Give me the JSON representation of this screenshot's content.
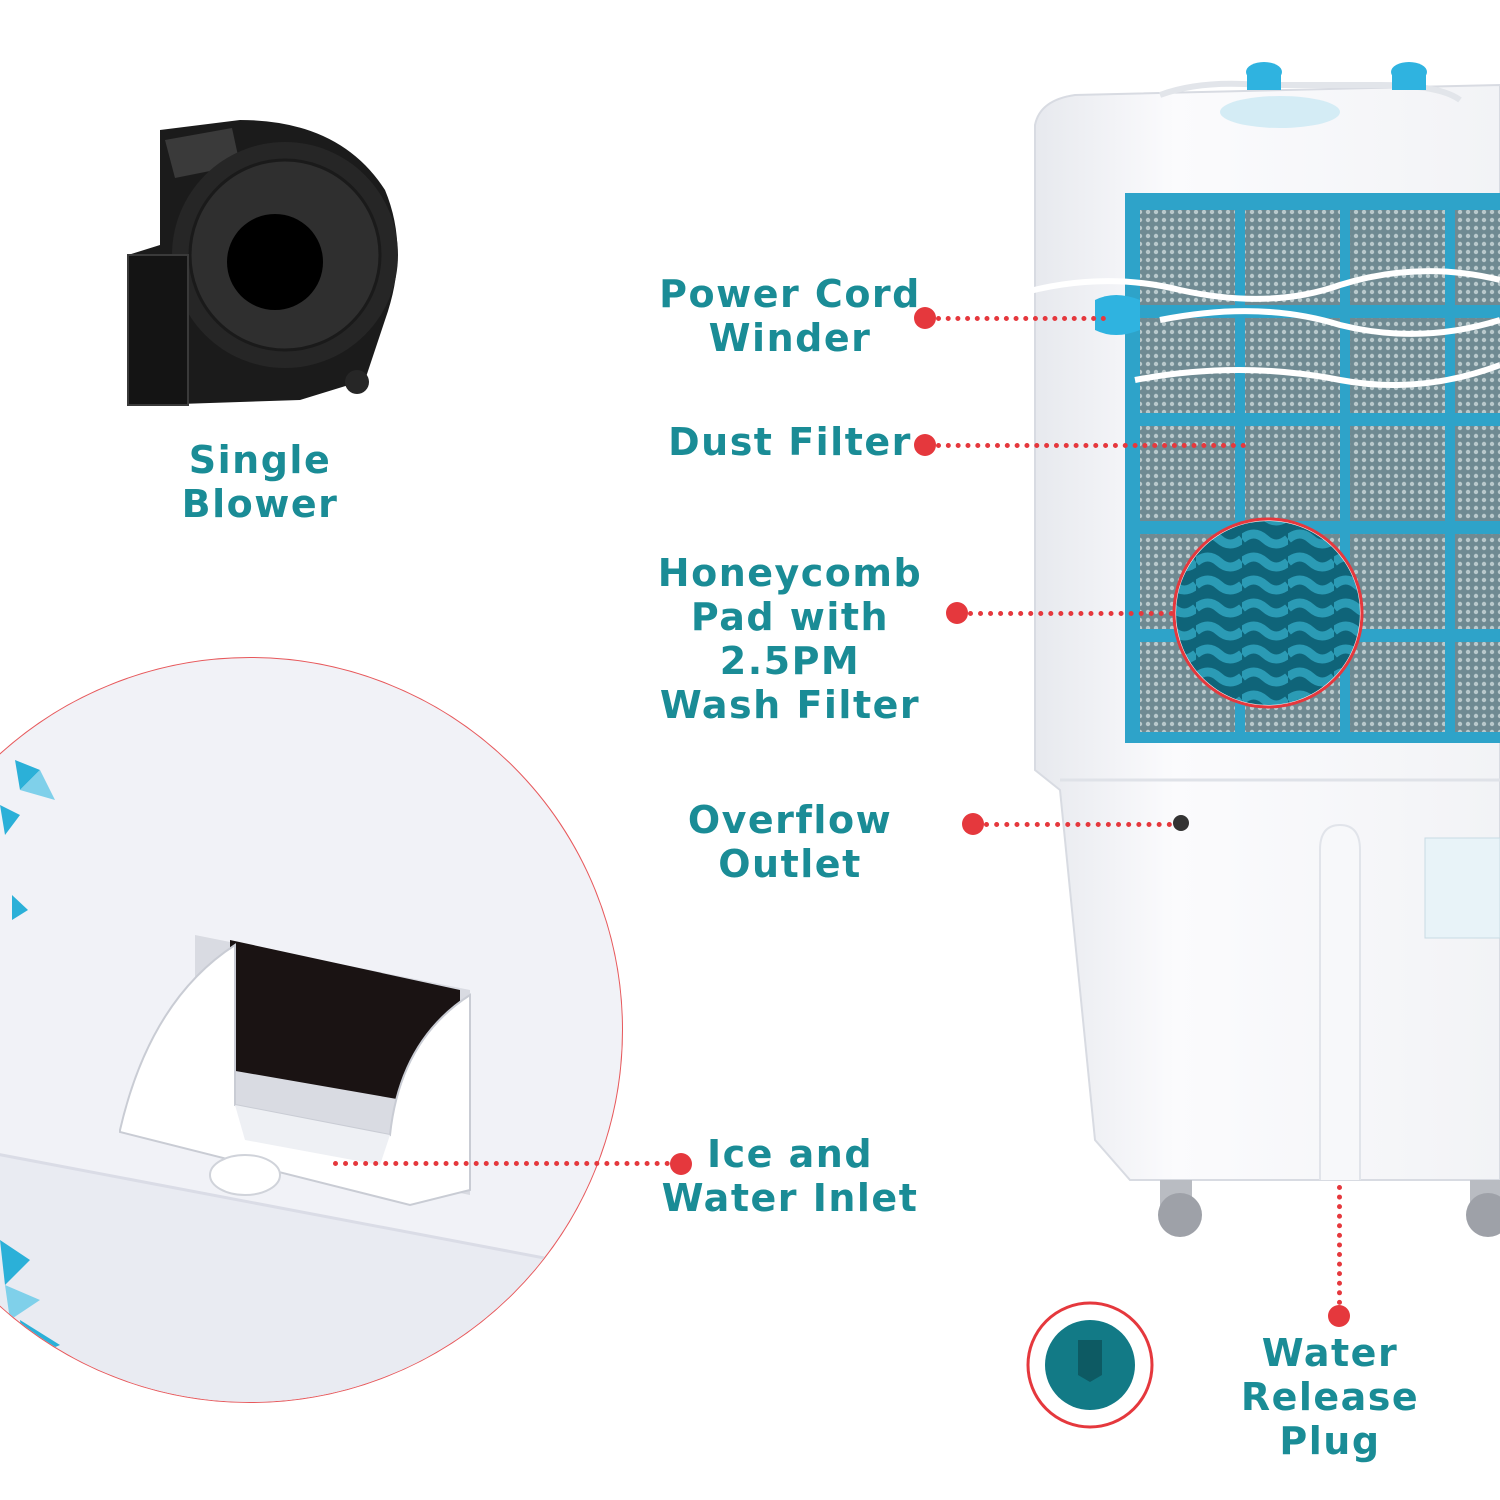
{
  "labels": {
    "single_blower": "Single Blower",
    "power_cord": [
      "Power Cord",
      "Winder"
    ],
    "dust_filter": "Dust Filter",
    "honeycomb": [
      "Honeycomb",
      "Pad with 2.5PM",
      "Wash Filter"
    ],
    "overflow": "Overflow Outlet",
    "ice_inlet": [
      "Ice and",
      "Water Inlet"
    ],
    "water_release": [
      "Water Release",
      "Plug"
    ]
  },
  "colors": {
    "label_teal": "#1a8c96",
    "pointer_red": "#e5383d",
    "filter_blue": "#2ea3c9",
    "body_white": "#f4f5f7"
  },
  "icons": [
    "blower-image",
    "cooler-image",
    "honeycomb-zoom-image",
    "ice-inlet-zoom-image",
    "water-plug-image"
  ]
}
